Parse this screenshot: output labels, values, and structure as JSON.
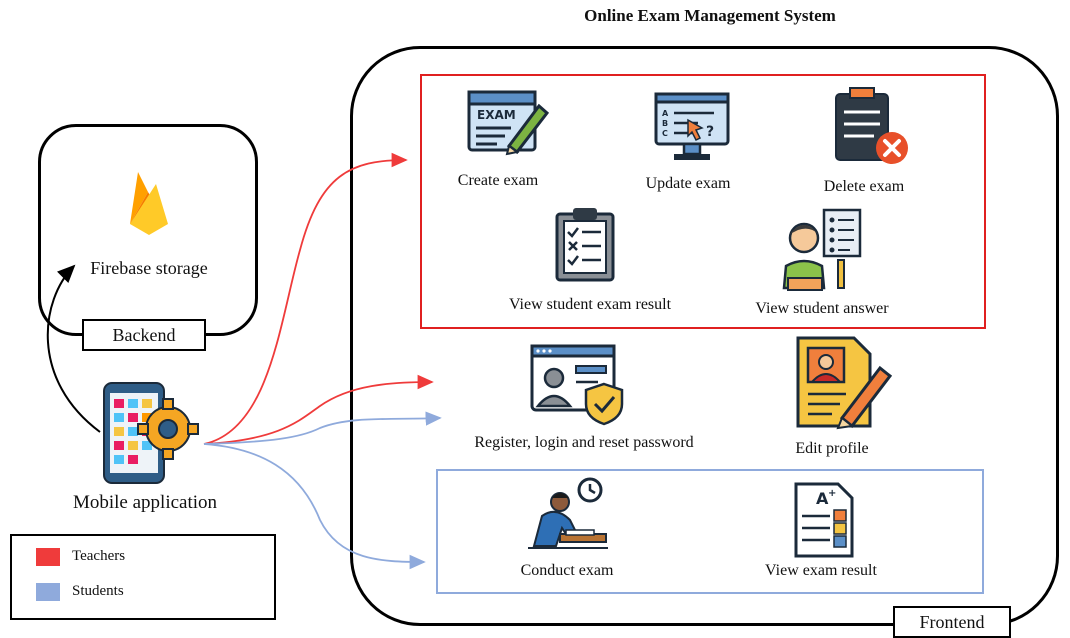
{
  "title": "Online Exam Management System",
  "backend": {
    "storage_label": "Firebase storage",
    "tag": "Backend"
  },
  "mobile": {
    "label": "Mobile application"
  },
  "frontend": {
    "tag": "Frontend",
    "teacher_features": {
      "create": "Create exam",
      "update": "Update exam",
      "delete": "Delete exam",
      "view_result": "View student exam result",
      "view_answer": "View student answer"
    },
    "shared_features": {
      "register": "Register, login and reset password",
      "edit_profile": "Edit profile"
    },
    "student_features": {
      "conduct": "Conduct exam",
      "view_result": "View exam result"
    }
  },
  "legend": {
    "items": [
      {
        "label": "Teachers",
        "color": "#ef3b3b"
      },
      {
        "label": "Students",
        "color": "#8faadc"
      }
    ]
  },
  "colors": {
    "teacher": "#ef3b3b",
    "student": "#8faadc"
  },
  "icons": {
    "create": "exam-pencil-icon",
    "update": "monitor-quiz-icon",
    "delete": "clipboard-delete-icon",
    "view_result": "checklist-clipboard-icon",
    "view_answer": "student-answer-icon",
    "register": "id-card-shield-icon",
    "edit_profile": "profile-edit-icon",
    "conduct": "student-writing-icon",
    "view_exam_result": "graded-paper-icon",
    "firebase": "firebase-flame-icon",
    "mobile": "mobile-gear-icon"
  }
}
